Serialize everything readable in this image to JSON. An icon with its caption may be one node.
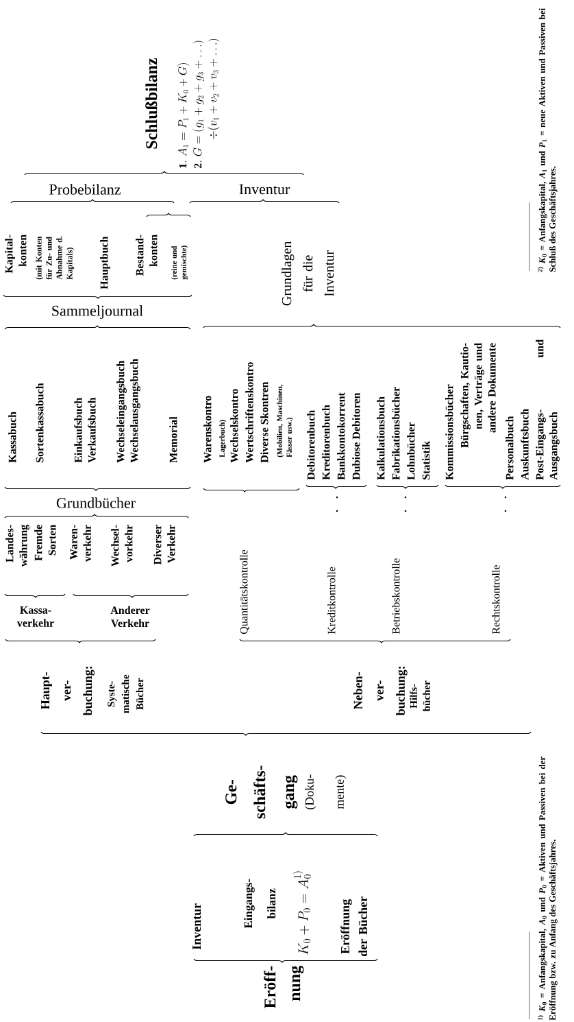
{
  "diagram": {
    "labels": [
      "Schlußbilanz",
      "\\mathbf{1.}\\; A_1 = P_1 + K_0 + G)",
      "\\mathbf{2.}\\; G = (g_1 + g_2 + g_3 + \\dots)",
      "\\div (v_1 + v_2 + v_3 + \\dots)",
      "$^{2)}$ *K*$_{0}$ = Anfangskapital, *A*$_{1}$ und *P*$_{1}$ = neue Aktiven und Passiven bei Schluß des Geschäftsjahres.",
      "Probebilanz",
      "Inventur",
      "Kapital- konten",
      "(mit Konten für Zu- und Abnahme d. Kapitals)",
      "Hauptbuch",
      "Bestand- konten",
      "(reine und gemischte)",
      "Grundlagen für die Inventur",
      "Sammeljournal",
      "Kassabuch",
      "Sortenkassabuch",
      "Einkaufsbuch Verkaufsbuch",
      "Wechseleingangsbuch Wechselausgangsbuch",
      "Memorial",
      "Grundbücher",
      "Landes- währung",
      "Fremde Sorten",
      "Waren- verkehr",
      "Wechsel- vorkehr",
      "Diverser Verkehr",
      "Kassa- verkehr",
      "Anderer Verkehr",
      "Haupt- ver- buchung:",
      "Syste- matische Bücher",
      "Warenskontro",
      "Lagerbuch)",
      "Wechselskontro",
      "Wertschriftenskontro",
      "Diverse Skontren",
      "(Mobilien, Maschinen, Fässer usw.)",
      "Quantitätskontrolle",
      "Debitorenbuch",
      "Kreditorenbuch",
      "Bankkontokorrent",
      "Dubiose Debitoren",
      "Kreditkontrolle",
      "Kalkulationsbuch",
      "Fabrikationsbücher",
      "Lohnbücher",
      "Statistik",
      "Betriebskontrolle",
      "Kommissionsbücher",
      "Bürgschaften, Kautio- nen, Verträge und andere Dokumente",
      "Personalbuch",
      "Auskunftsbuch",
      "Post-Eingangs- und Ausgangsbuch",
      "Rechtskontrolle",
      "Neben- ver- buchung:",
      "Hilfs- bücher",
      "Ge- schäfts- gang",
      "(Doku- mente)",
      "Inventur",
      "Eingangs- bilanz",
      "K_0 + P_0 = A_0^{1)}",
      "Eröffnung der Bücher",
      "Eröff- nung",
      "$^{1)}$ *K*$_{0}$ = Anfangskapital, *A*$_{0}$ und *P*$_{0}$ = Aktiven und Passiven bei der Eröffnung bzw. zu Anfang des Geschäftsjahres."
    ]
  }
}
